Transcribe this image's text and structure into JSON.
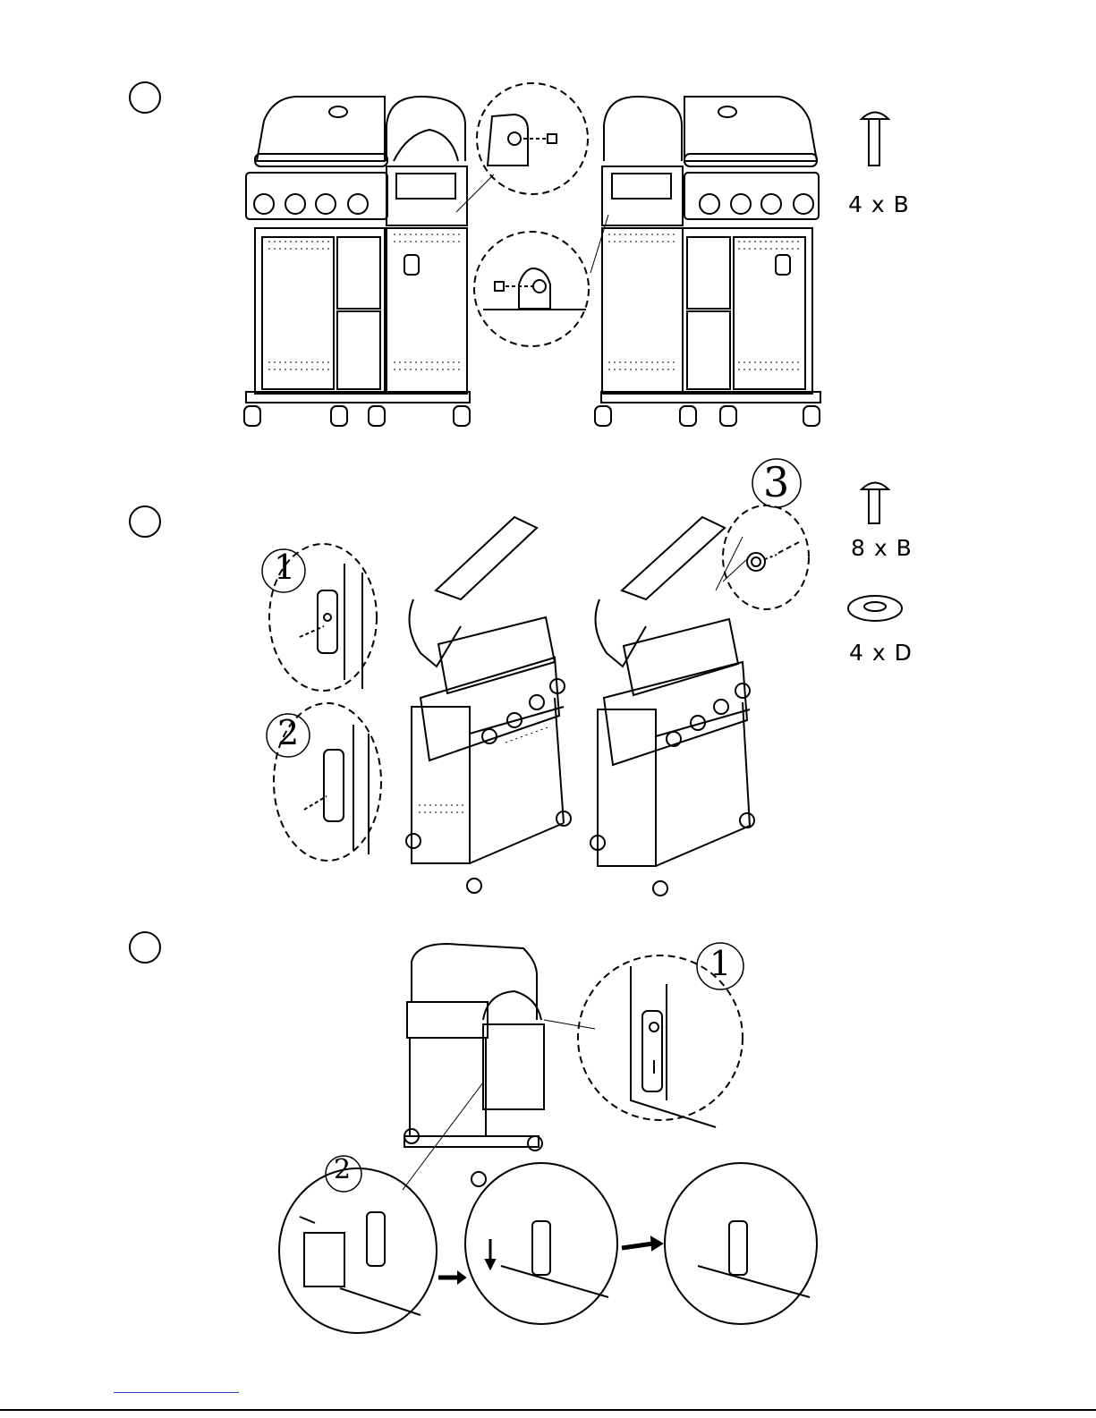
{
  "step1": {
    "hardware": {
      "qty_label": "4 x B",
      "icon": "bolt-icon"
    }
  },
  "step2": {
    "hardware": [
      {
        "qty_label": "8 x B",
        "icon": "bolt-icon"
      },
      {
        "qty_label": "4 x D",
        "icon": "washer-icon"
      }
    ],
    "callouts": [
      "1",
      "2",
      "3"
    ]
  },
  "step3": {
    "callouts": [
      "1",
      "2"
    ]
  }
}
